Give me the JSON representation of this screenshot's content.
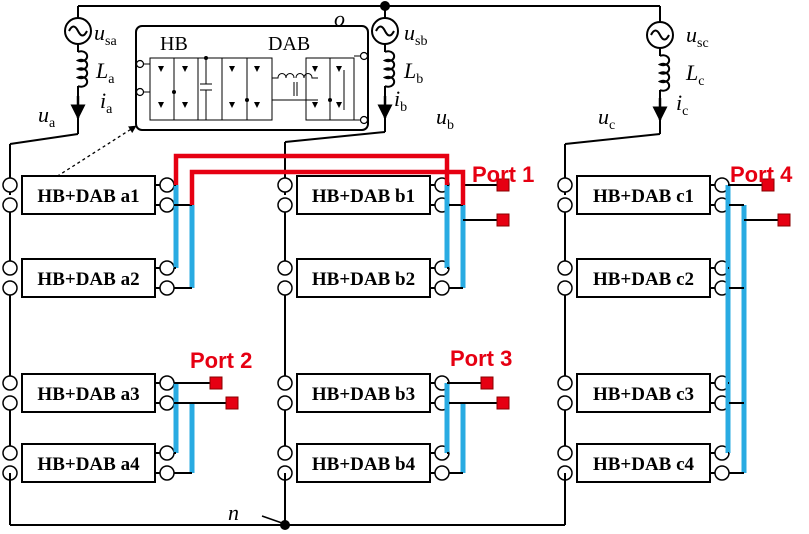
{
  "sources": {
    "a": {
      "u": "u",
      "u_sub": "sa",
      "L": "L",
      "L_sub": "a",
      "i": "i",
      "i_sub": "a",
      "node": "u",
      "node_sub": "a"
    },
    "b": {
      "u": "u",
      "u_sub": "sb",
      "L": "L",
      "L_sub": "b",
      "i": "i",
      "i_sub": "b",
      "node": "u",
      "node_sub": "b"
    },
    "c": {
      "u": "u",
      "u_sub": "sc",
      "L": "L",
      "L_sub": "c",
      "i": "i",
      "i_sub": "c",
      "node": "u",
      "node_sub": "c"
    }
  },
  "neutral_top": "o",
  "neutral_bottom": "n",
  "inset": {
    "left_label": "HB",
    "right_label": "DAB"
  },
  "modules": {
    "a": [
      "HB+DAB a1",
      "HB+DAB a2",
      "HB+DAB a3",
      "HB+DAB a4"
    ],
    "b": [
      "HB+DAB b1",
      "HB+DAB b2",
      "HB+DAB b3",
      "HB+DAB b4"
    ],
    "c": [
      "HB+DAB c1",
      "HB+DAB c2",
      "HB+DAB c3",
      "HB+DAB c4"
    ]
  },
  "ports": [
    "Port 1",
    "Port 2",
    "Port 3",
    "Port 4"
  ],
  "colors": {
    "wire": "#000000",
    "dc_link": "#29abe2",
    "port_link": "#e60012",
    "port_terminal": "#e60012"
  }
}
